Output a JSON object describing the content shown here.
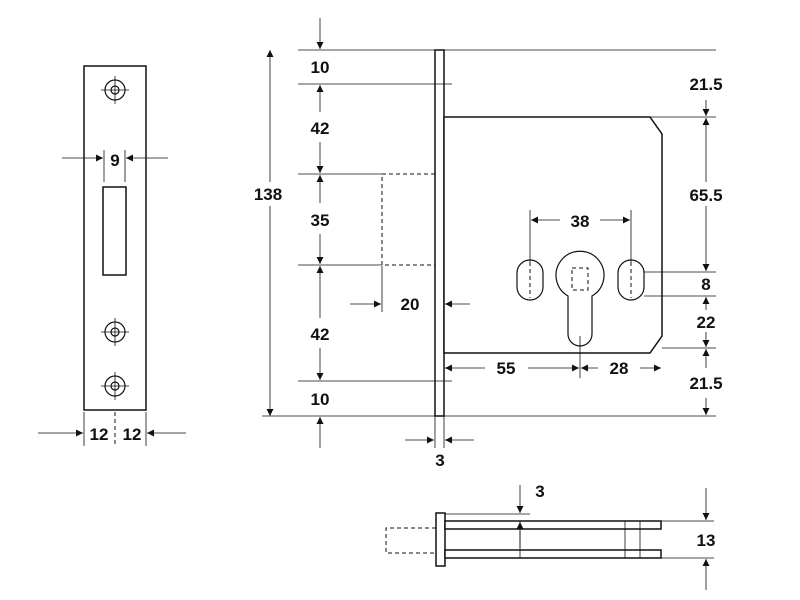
{
  "faceplate": {
    "slot_width": "9",
    "half_width_left": "12",
    "half_width_right": "12"
  },
  "side_view": {
    "total_height": "138",
    "top_gap": "10",
    "upper_segment": "42",
    "middle_segment": "35",
    "lower_segment": "42",
    "bottom_gap": "10",
    "bolt_throw": "20",
    "plate_thickness": "3",
    "case_top": "21.5",
    "case_middle": "65.5",
    "slot_height": "8",
    "cylinder_drop": "22",
    "case_bottom": "21.5",
    "keyhole_spacing": "38",
    "backset": "55",
    "rear_offset": "28"
  },
  "top_view": {
    "offset": "3",
    "depth": "13"
  }
}
